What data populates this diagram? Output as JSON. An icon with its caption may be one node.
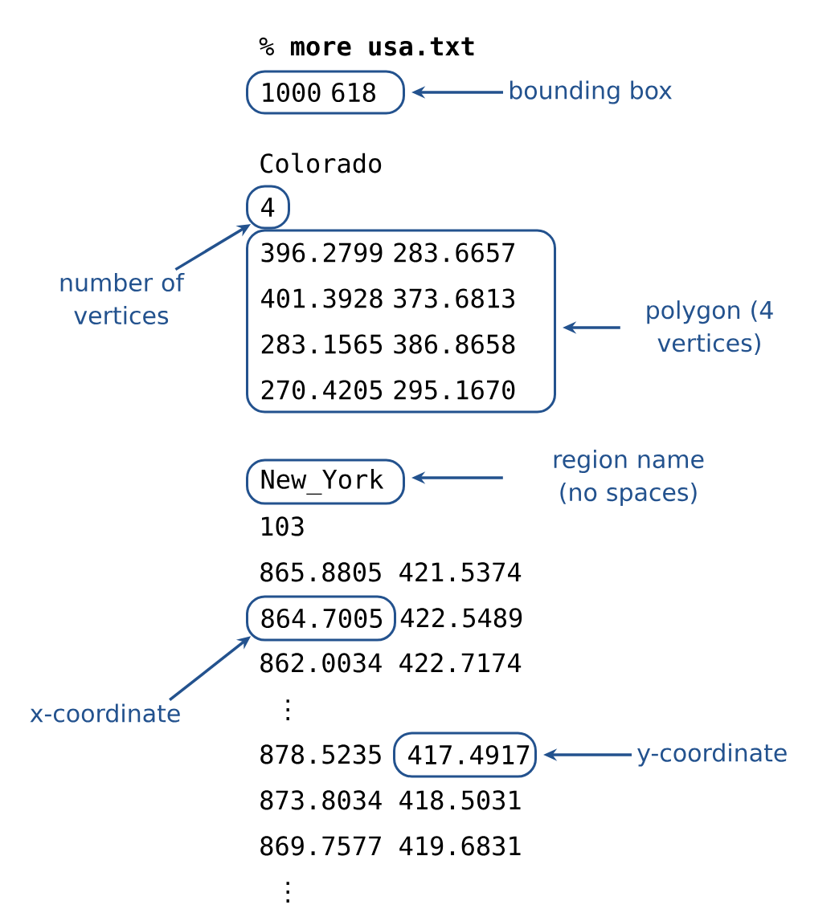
{
  "diagram": {
    "nodes": [
      {
        "text": [
          "1000 618"
        ]
      },
      {
        "text": [
          "bounding box"
        ]
      },
      {
        "text": [
          "4"
        ]
      },
      {
        "text": [
          "number of vertices"
        ]
      },
      {
        "text": [
          "396.2799 283.6657",
          "401.3928 373.6813",
          "283.1565 386.8658",
          "270.4205 295.1670"
        ]
      },
      {
        "text": [
          "polygon (4 vertices)"
        ]
      },
      {
        "text": [
          "New_York"
        ]
      },
      {
        "text": [
          "region name (no spaces)"
        ]
      },
      {
        "text": [
          "864.7005"
        ]
      },
      {
        "text": [
          "x-coordinate"
        ]
      },
      {
        "text": [
          "417.4917"
        ]
      },
      {
        "text": [
          "y-coordinate"
        ]
      }
    ],
    "edges": [
      {
        "from": 1,
        "to": 0,
        "arrow": "to"
      },
      {
        "from": 3,
        "to": 2,
        "arrow": "to"
      },
      {
        "from": 5,
        "to": 4,
        "arrow": "to"
      },
      {
        "from": 7,
        "to": 6,
        "arrow": "to"
      },
      {
        "from": 9,
        "to": 8,
        "arrow": "to"
      },
      {
        "from": 11,
        "to": 10,
        "arrow": "to"
      }
    ],
    "labels": [
      "% **more usa.txt**",
      "Colorado",
      "103",
      "865.8805 421.5374",
      "422.5489",
      "862.0034 422.7174",
      "⋮",
      "878.5235",
      "873.8034 418.5031",
      "869.7577 419.6831",
      "⋮"
    ]
  }
}
